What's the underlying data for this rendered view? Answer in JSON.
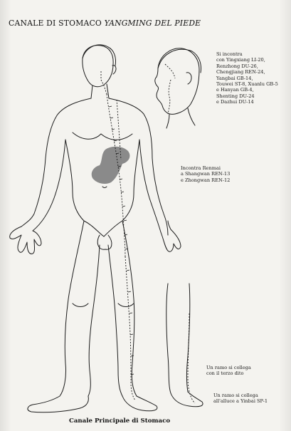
{
  "title": {
    "part1": "CANALE DI STOMACO ",
    "part2": "YANGMING DEL PIEDE"
  },
  "annotations": {
    "head_meets": "Si incontra\ncon Yingxiang LI-20,\nRenzhong DU-26,\nChengjiang REN-24,\nYangbai GB-14,\nTouwei ST-8, Xuanlu GB-5\ne Hanyan GB-4,\nShenting DU-24\ne Dazhui DU-14",
    "renmai_meets": "Incontra Renmai\na Shangwan REN-13\ne Zhongwan REN-12",
    "third_toe": "Un ramo si collega\ncon il terzo dito",
    "big_toe": "Un ramo si collega\nall'alluce a Yinbai SP-1"
  },
  "caption": "Canale Principale di Stomaco",
  "colors": {
    "paper": "#f4f3ef",
    "ink": "#1c1c1c",
    "organ": "#8a8a8a"
  }
}
